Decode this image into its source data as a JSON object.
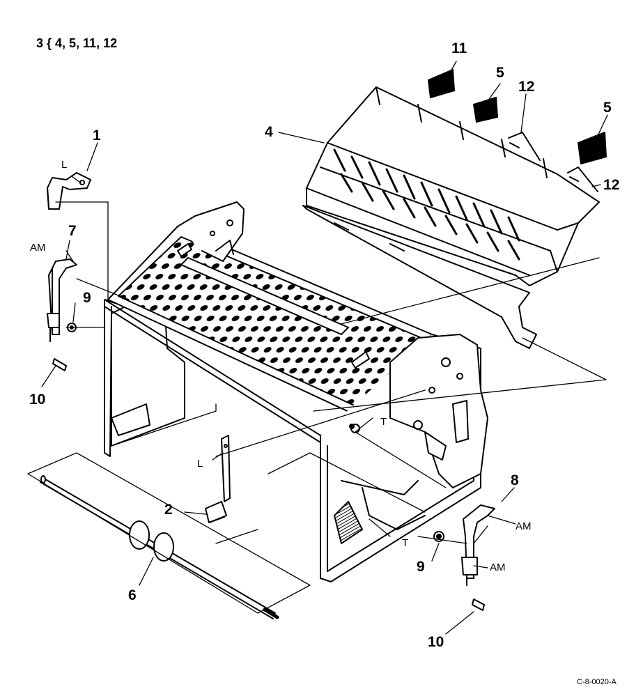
{
  "kit_note": "3 { 4, 5, 11, 12",
  "figure_code": "C-8-0020-A",
  "callouts": {
    "n1": "1",
    "n2": "2",
    "n4": "4",
    "n5a": "5",
    "n5b": "5",
    "n6": "6",
    "n7": "7",
    "n8": "8",
    "n9a": "9",
    "n9b": "9",
    "n10a": "10",
    "n10b": "10",
    "n11": "11",
    "n12a": "12",
    "n12b": "12"
  },
  "letters": {
    "L_top": "L",
    "L_mid": "L",
    "AM_left": "AM",
    "AM_right_upper": "AM",
    "AM_right_lower": "AM",
    "T_upper": "T",
    "T_lower": "T"
  }
}
